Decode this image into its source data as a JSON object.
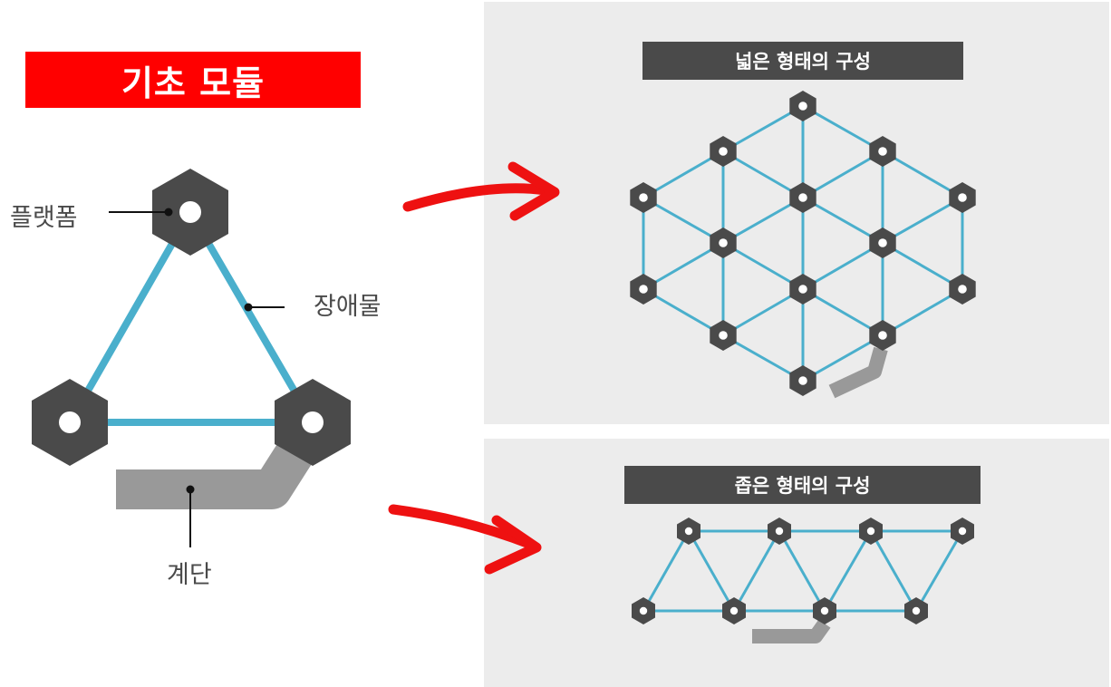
{
  "main_title": "기초 모듈",
  "labels": {
    "platform": "플랫폼",
    "obstacle": "장애물",
    "stairs": "계단"
  },
  "panels": {
    "wide": {
      "header": "넓은 형태의 구성"
    },
    "narrow": {
      "header": "좁은 형태의 구성"
    }
  },
  "colors": {
    "title_bg": "#ff0000",
    "hex": "#4a4a4a",
    "hex_center": "#ffffff",
    "edge": "#4aafcc",
    "stairs": "#999999",
    "arrow": "#ee1111",
    "panel_bg": "#ececec",
    "header_bg": "#4a4a4a"
  },
  "icons": {
    "arrow": "right-arrow-icon",
    "node": "hexagon-platform-icon"
  }
}
